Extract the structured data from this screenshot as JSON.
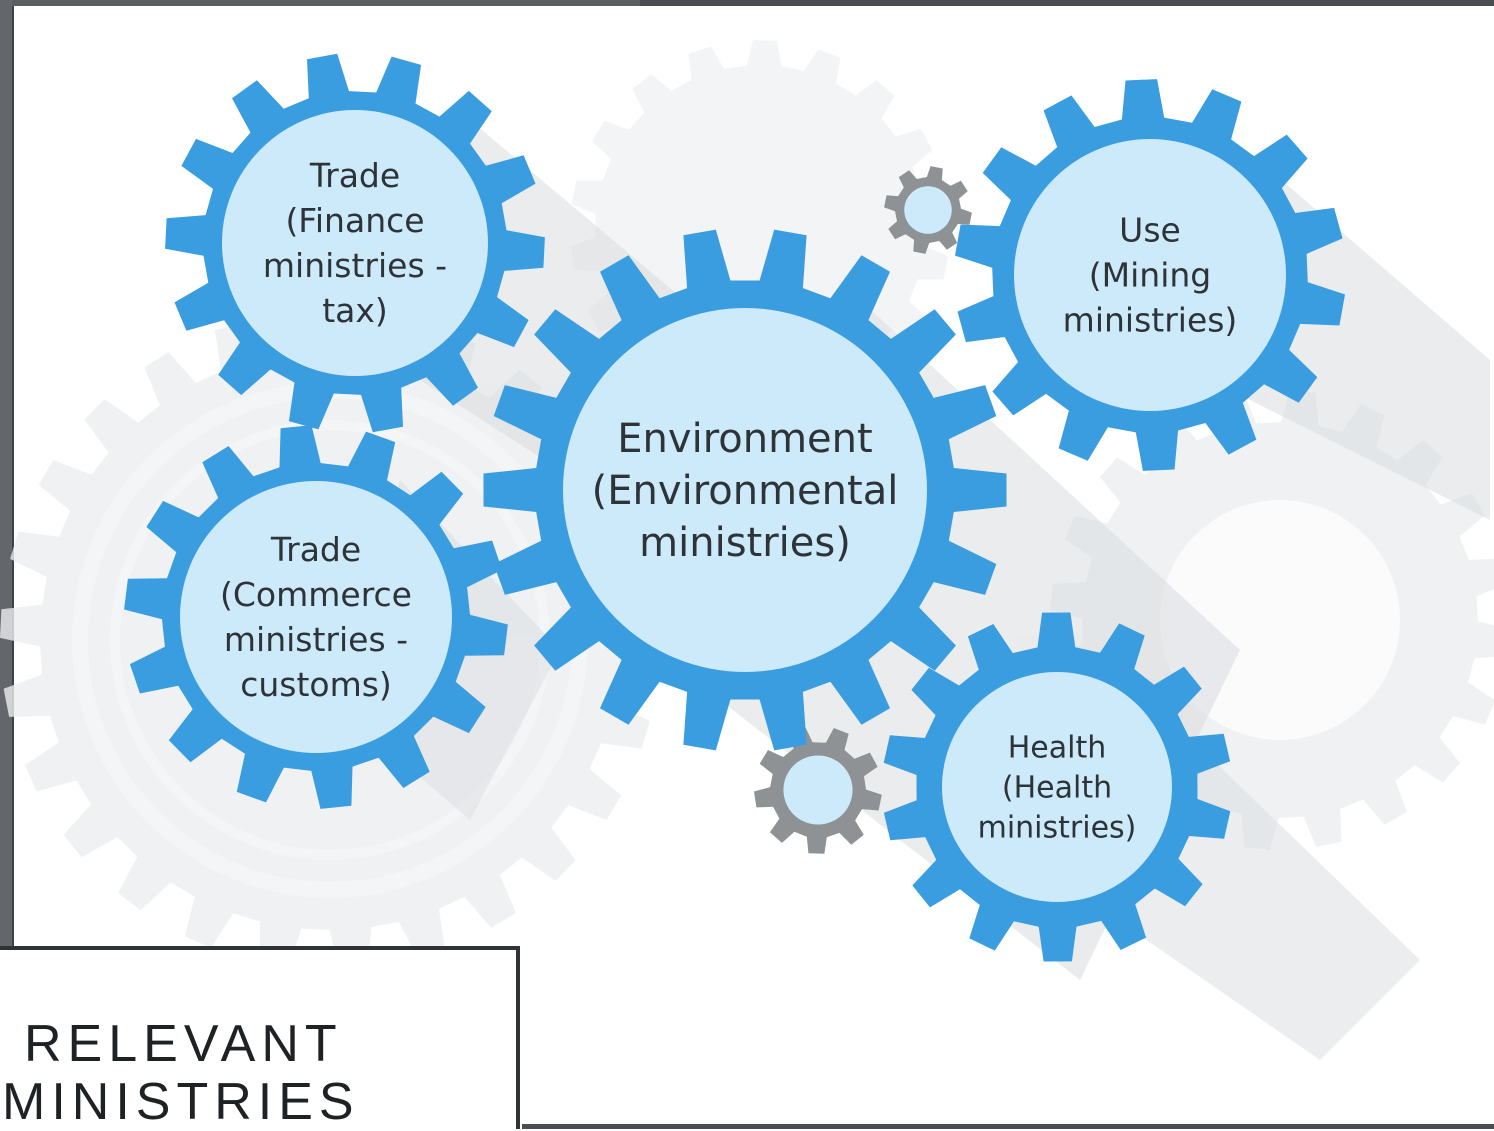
{
  "diagram": {
    "title_line1": "RELEVANT",
    "title_line2": "MINISTRIES",
    "colors": {
      "gear_blue": "#3a9ddf",
      "gear_fill": "#cdeafb",
      "small_gear": "#8f9294",
      "text": "#2e3338",
      "background_gear": "#eceef0"
    },
    "gears": [
      {
        "id": "finance",
        "lines": [
          "Trade",
          "(Finance",
          "ministries -",
          "tax)"
        ]
      },
      {
        "id": "commerce",
        "lines": [
          "Trade",
          "(Commerce",
          "ministries -",
          "customs)"
        ]
      },
      {
        "id": "environment",
        "lines": [
          "Environment",
          "(Environmental",
          "ministries)"
        ]
      },
      {
        "id": "mining",
        "lines": [
          "Use",
          "(Mining",
          "ministries)"
        ]
      },
      {
        "id": "health",
        "lines": [
          "Health",
          "(Health",
          "ministries)"
        ]
      }
    ]
  }
}
